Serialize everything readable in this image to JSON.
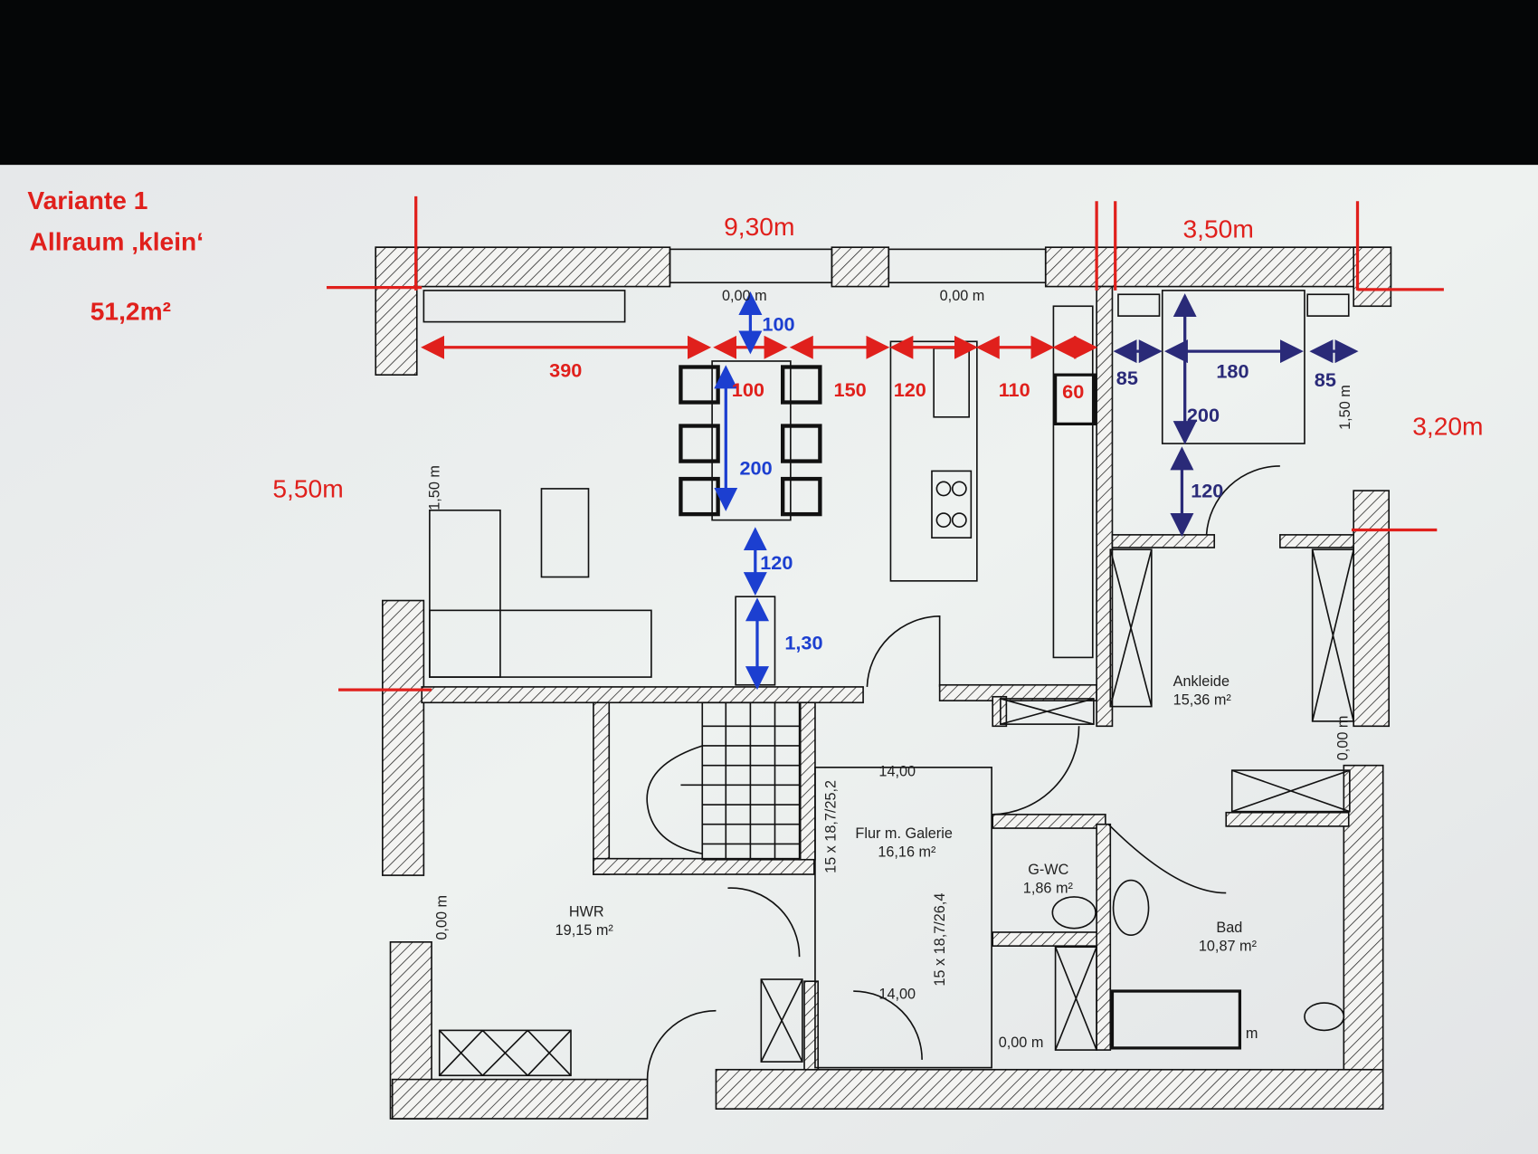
{
  "title": {
    "line1": "Variante 1",
    "line2": "Allraum ‚klein‘",
    "area": "51,2m²"
  },
  "outer_dims": {
    "top_left": "9,30m",
    "top_right": "3,50m",
    "left": "5,50m",
    "right": "3,20m"
  },
  "red_dims": [
    "390",
    "100",
    "150",
    "120",
    "110",
    "60"
  ],
  "blue_dims": {
    "top": "100",
    "table_width": "100",
    "table_length": "200",
    "below_table": "120",
    "stair_gap": "1,30"
  },
  "navy_dims": {
    "left": "85",
    "bed": "180",
    "right": "85",
    "bed_length": "200",
    "below_bed": "120"
  },
  "rooms": [
    {
      "name": "Ankleide",
      "area": "15,36 m²"
    },
    {
      "name": "Flur m. Galerie",
      "area": "16,16 m²"
    },
    {
      "name": "G-WC",
      "area": "1,86 m²"
    },
    {
      "name": "HWR",
      "area": "19,15 m²"
    },
    {
      "name": "Bad",
      "area": "10,87 m²"
    }
  ],
  "plan_labels": {
    "window_top_left": "0,00 m",
    "window_top_right": "0,00 m",
    "window_left": "1,50 m",
    "window_right": "1,50 m",
    "window_ankleide": "0,00 m",
    "window_hwr": "0,00 m",
    "stairs_top": "14,00",
    "stairs_bottom": "14,00",
    "stair_spec_1": "15 x 18,7/25,2",
    "stair_spec_2": "15 x 18,7/26,4",
    "level_wc": "0,00 m",
    "level_bad": "m"
  },
  "colors": {
    "red": "#e0201c",
    "blue": "#1c3fd0",
    "navy": "#2a2a78",
    "screen": "#eceeee"
  }
}
